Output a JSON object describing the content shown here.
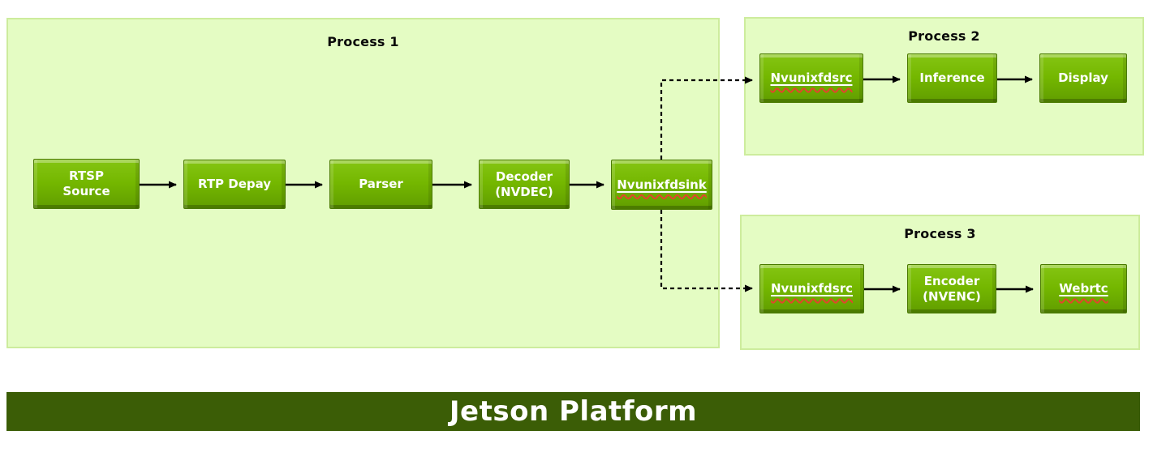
{
  "banner": {
    "label": "Jetson Platform"
  },
  "colors": {
    "node_green": "#76b900",
    "node_border_green": "#4a7a00",
    "group_fill": "#e4fcc3",
    "group_border": "#cdec9d",
    "banner_dark_green": "#3b5d06",
    "node_text": "#ffffff",
    "title_text": "#0a0a0a",
    "squiggle_red": "#e2452c",
    "connector_black": "#000000"
  },
  "processes": {
    "p1": {
      "title": "Process 1",
      "nodes": [
        {
          "label": "RTSP\nSource"
        },
        {
          "label": "RTP Depay"
        },
        {
          "label": "Parser"
        },
        {
          "label": "Decoder\n(NVDEC)"
        },
        {
          "label": "Nvunixfdsink"
        }
      ]
    },
    "p2": {
      "title": "Process 2",
      "nodes": [
        {
          "label": "Nvunixfdsrc"
        },
        {
          "label": "Inference"
        },
        {
          "label": "Display"
        }
      ]
    },
    "p3": {
      "title": "Process 3",
      "nodes": [
        {
          "label": "Nvunixfdsrc"
        },
        {
          "label": "Encoder\n(NVENC)"
        },
        {
          "label": "Webrtc"
        }
      ]
    }
  }
}
